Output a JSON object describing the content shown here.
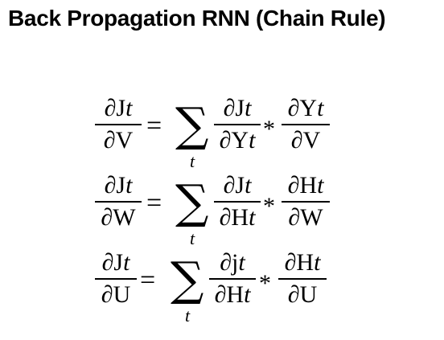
{
  "title": "Back Propagation RNN (Chain Rule)",
  "equations": [
    {
      "lhs": {
        "num_d": "∂J",
        "num_v": "t",
        "den_d": "∂V",
        "den_v": ""
      },
      "equals": "=",
      "sum": "∑",
      "sum_index": "t",
      "f1": {
        "num_d": "∂J",
        "num_v": "t",
        "den_d": "∂Y",
        "den_v": "t"
      },
      "times": "*",
      "f2": {
        "num_d": "∂Y",
        "num_v": "t",
        "den_d": "∂V",
        "den_v": ""
      }
    },
    {
      "lhs": {
        "num_d": "∂J",
        "num_v": "t",
        "den_d": "∂W",
        "den_v": ""
      },
      "equals": "=",
      "sum": "∑",
      "sum_index": "t",
      "f1": {
        "num_d": "∂J",
        "num_v": "t",
        "den_d": "∂H",
        "den_v": "t"
      },
      "times": "*",
      "f2": {
        "num_d": "∂H",
        "num_v": "t",
        "den_d": "∂W",
        "den_v": ""
      }
    },
    {
      "lhs": {
        "num_d": "∂J",
        "num_v": "t",
        "den_d": "∂U",
        "den_v": ""
      },
      "equals": "=",
      "sum": "∑",
      "sum_index": "t",
      "f1": {
        "num_d": "∂j",
        "num_v": "t",
        "den_d": "∂H",
        "den_v": "t"
      },
      "times": "*",
      "f2": {
        "num_d": "∂H",
        "num_v": "t",
        "den_d": "∂U",
        "den_v": ""
      }
    }
  ]
}
